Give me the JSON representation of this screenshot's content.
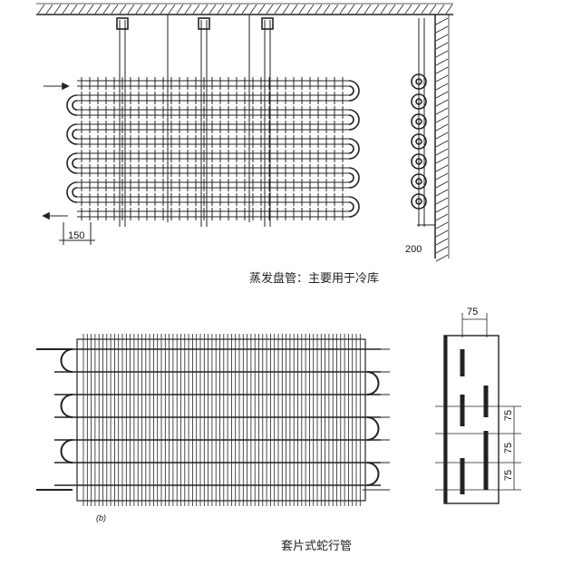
{
  "figure_a": {
    "dim_left": "150",
    "dim_right": "200",
    "caption": "蒸发盘管：主要用于冷库"
  },
  "figure_b": {
    "sublabel": "(b)",
    "caption": "套片式蛇行管",
    "dim_top": "75",
    "dim_side": [
      "75",
      "75",
      "75"
    ]
  },
  "colors": {
    "ink": "#1a1a1a"
  }
}
